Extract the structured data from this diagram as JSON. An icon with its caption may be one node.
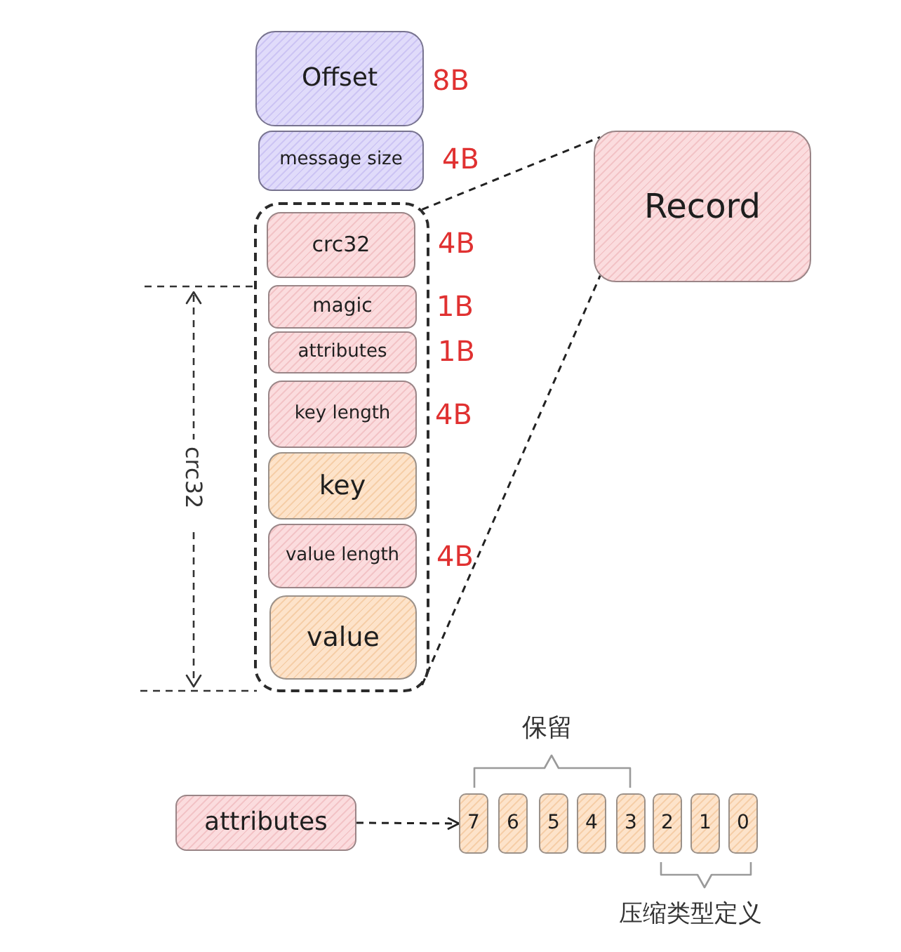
{
  "diagram": {
    "nodes": [
      {
        "text": [
          "Offset"
        ],
        "beside": [
          "8B"
        ]
      },
      {
        "text": [
          "message size"
        ],
        "beside": [
          "4B"
        ]
      },
      {
        "text": [],
        "shape": "box"
      },
      {
        "text": [
          "crc32"
        ],
        "in": 2,
        "beside": [
          "4B"
        ]
      },
      {
        "text": [
          "magic"
        ],
        "in": 2,
        "beside": [
          "1B"
        ]
      },
      {
        "text": [
          "attributes"
        ],
        "in": 2,
        "beside": [
          "1B"
        ]
      },
      {
        "text": [
          "key length"
        ],
        "in": 2,
        "beside": [
          "4B"
        ]
      },
      {
        "text": [
          "key"
        ],
        "in": 2
      },
      {
        "text": [
          "value length"
        ],
        "in": 2,
        "beside": [
          "4B"
        ]
      },
      {
        "text": [
          "value"
        ],
        "in": 2
      },
      {
        "text": [
          "Record"
        ]
      },
      {
        "text": [
          "attributes"
        ]
      },
      {
        "text": [
          "7"
        ]
      },
      {
        "text": [
          "6"
        ]
      },
      {
        "text": [
          "5"
        ]
      },
      {
        "text": [
          "4"
        ]
      },
      {
        "text": [
          "3"
        ]
      },
      {
        "text": [
          "2"
        ]
      },
      {
        "text": [
          "1"
        ]
      },
      {
        "text": [
          "0"
        ]
      }
    ],
    "edges": [
      {
        "from": 2,
        "to": 10,
        "arrow": "none",
        "style": "dashed"
      },
      {
        "from": 2,
        "to": 10,
        "arrow": "none",
        "style": "dashed"
      },
      {
        "from": 11,
        "to": 12,
        "arrow": "to",
        "style": "dashed"
      }
    ],
    "labels": [
      "crc32",
      "保留",
      "压缩类型定义"
    ]
  }
}
